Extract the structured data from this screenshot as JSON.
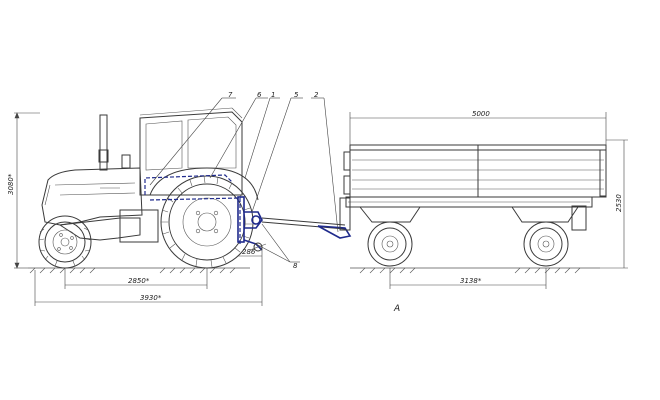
{
  "dimensions": {
    "overall_length": "3930*",
    "tractor_wheelbase": "2850*",
    "tractor_height": "3080*",
    "hitch_offset": "286",
    "body_length": "5000",
    "trailer_wheelbase": "3138*",
    "trailer_height": "2530"
  },
  "callouts": {
    "c1": "1",
    "c2": "2",
    "c5": "5",
    "c6": "6",
    "c7": "7",
    "c8": "8"
  },
  "view_label": "A",
  "colors": {
    "line": "#3a3a3a",
    "highlight": "#1f2a8c"
  }
}
